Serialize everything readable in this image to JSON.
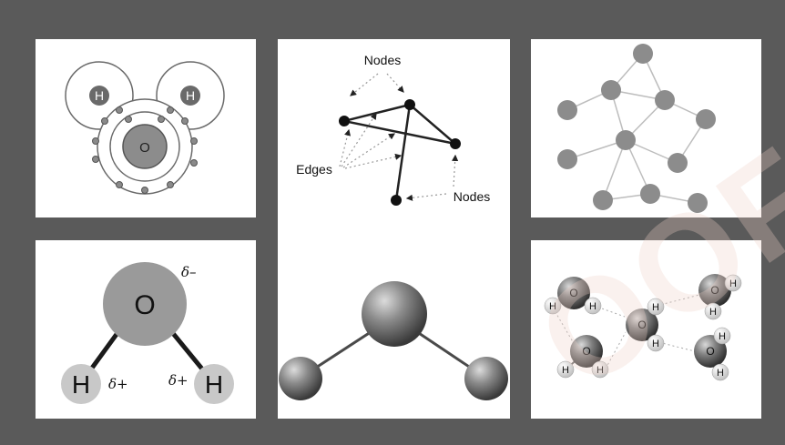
{
  "lewis_diagram": {
    "hydrogen_left": "H",
    "hydrogen_right": "H",
    "oxygen": "O"
  },
  "polar_diagram": {
    "oxygen": "O",
    "hydrogen_left": "H",
    "hydrogen_right": "H",
    "charge_oxygen": "δ–",
    "charge_h_left": "δ+",
    "charge_h_right": "δ+"
  },
  "graph_diagram": {
    "nodes_label_top": "Nodes",
    "edges_label": "Edges",
    "nodes_label_bottom": "Nodes"
  },
  "hbond_diagram": {
    "molecules": [
      {
        "o": "O",
        "h1": "H",
        "h2": "H"
      },
      {
        "o": "O",
        "h1": "H",
        "h2": "H"
      },
      {
        "o": "O",
        "h1": "H",
        "h2": "H"
      },
      {
        "o": "O",
        "h1": "H",
        "h2": "H"
      },
      {
        "o": "O",
        "h1": "H",
        "h2": "H"
      }
    ]
  },
  "watermark": "OOFS",
  "colors": {
    "frame": "#5a5a5a",
    "atom_gray": "#8c8c8c",
    "light_gray": "#c8c8c8"
  }
}
